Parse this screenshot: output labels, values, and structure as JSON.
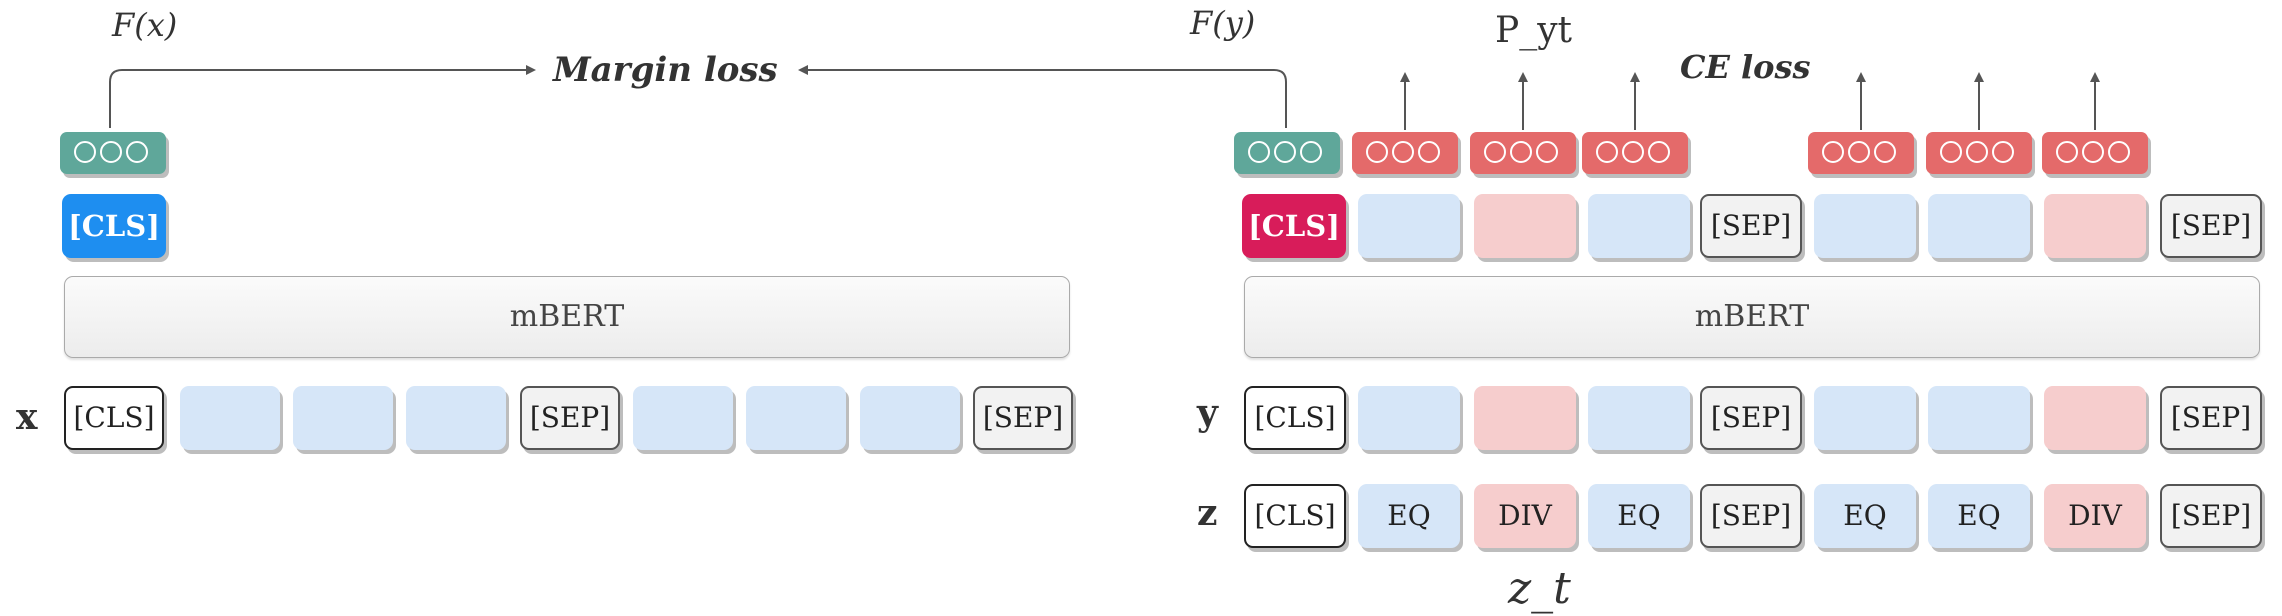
{
  "colors": {
    "blue_token": "#d6e6f8",
    "pink_token": "#f6cdcd",
    "neutral_token": "#f2f2f2",
    "cls_blue": "#1e8ef0",
    "cls_pink": "#d81c5a",
    "vec_teal": "#5fa79a",
    "vec_red": "#e46a6a",
    "arrow": "#555555",
    "encoder_fill": "#f3f3f3"
  },
  "icons": {
    "vector": "three-circle-vector-icon",
    "arrow": "arrow-icon"
  },
  "left": {
    "func_label": "F(x)",
    "cls_label": "[CLS]",
    "encoder_label": "mBERT",
    "row_label": "x",
    "tokens": [
      {
        "kind": "cls",
        "text": "[CLS]"
      },
      {
        "kind": "blue",
        "text": ""
      },
      {
        "kind": "blue",
        "text": ""
      },
      {
        "kind": "blue",
        "text": ""
      },
      {
        "kind": "sep",
        "text": "[SEP]"
      },
      {
        "kind": "blue",
        "text": ""
      },
      {
        "kind": "blue",
        "text": ""
      },
      {
        "kind": "blue",
        "text": ""
      },
      {
        "kind": "sep",
        "text": "[SEP]"
      }
    ]
  },
  "center": {
    "margin_loss": "Margin loss"
  },
  "right": {
    "func_label": "F(y)",
    "prob_label": "P_yt",
    "ce_loss": "CE loss",
    "cls_label": "[CLS]",
    "encoder_label": "mBERT",
    "z_label": "z_t",
    "out_tokens": [
      {
        "kind": "blue",
        "text": ""
      },
      {
        "kind": "pink",
        "text": ""
      },
      {
        "kind": "blue",
        "text": ""
      },
      {
        "kind": "sep",
        "text": "[SEP]"
      },
      {
        "kind": "blue",
        "text": ""
      },
      {
        "kind": "blue",
        "text": ""
      },
      {
        "kind": "pink",
        "text": ""
      },
      {
        "kind": "sep",
        "text": "[SEP]"
      }
    ],
    "y_row_label": "y",
    "y_tokens": [
      {
        "kind": "cls",
        "text": "[CLS]"
      },
      {
        "kind": "blue",
        "text": ""
      },
      {
        "kind": "pink",
        "text": ""
      },
      {
        "kind": "blue",
        "text": ""
      },
      {
        "kind": "sep",
        "text": "[SEP]"
      },
      {
        "kind": "blue",
        "text": ""
      },
      {
        "kind": "blue",
        "text": ""
      },
      {
        "kind": "pink",
        "text": ""
      },
      {
        "kind": "sep",
        "text": "[SEP]"
      }
    ],
    "z_row_label": "z",
    "z_tokens": [
      {
        "kind": "cls",
        "text": "[CLS]"
      },
      {
        "kind": "blue",
        "text": "EQ"
      },
      {
        "kind": "pink",
        "text": "DIV"
      },
      {
        "kind": "blue",
        "text": "EQ"
      },
      {
        "kind": "sep",
        "text": "[SEP]"
      },
      {
        "kind": "blue",
        "text": "EQ"
      },
      {
        "kind": "blue",
        "text": "EQ"
      },
      {
        "kind": "pink",
        "text": "DIV"
      },
      {
        "kind": "sep",
        "text": "[SEP]"
      }
    ]
  }
}
